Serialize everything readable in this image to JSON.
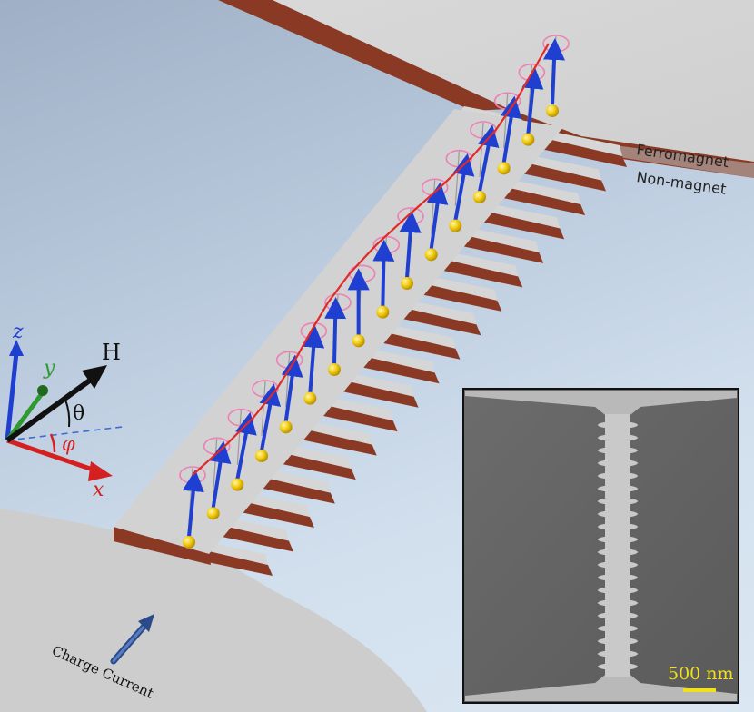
{
  "layers": {
    "top_label": "Ferromagnet",
    "bottom_label": "Non-magnet"
  },
  "axes": {
    "z_label": "z",
    "y_label": "y",
    "x_label": "x",
    "field_label": "H",
    "theta_label": "θ",
    "phi_label": "φ"
  },
  "current_label": "Charge Current",
  "inset": {
    "scale_bar_label": "500 nm"
  },
  "colors": {
    "ferromagnet_top": "#d6d6d6",
    "nonmagnet": "#8a3a24",
    "spin_arrow": "#1f3fd0",
    "electron": "#f2cc10",
    "wave": "#e02a2a",
    "precession": "#ef7fb5",
    "x_axis": "#d42020",
    "y_axis": "#2f9a2f",
    "z_axis": "#1f3fd0",
    "scale_bar": "#f2e01a"
  }
}
